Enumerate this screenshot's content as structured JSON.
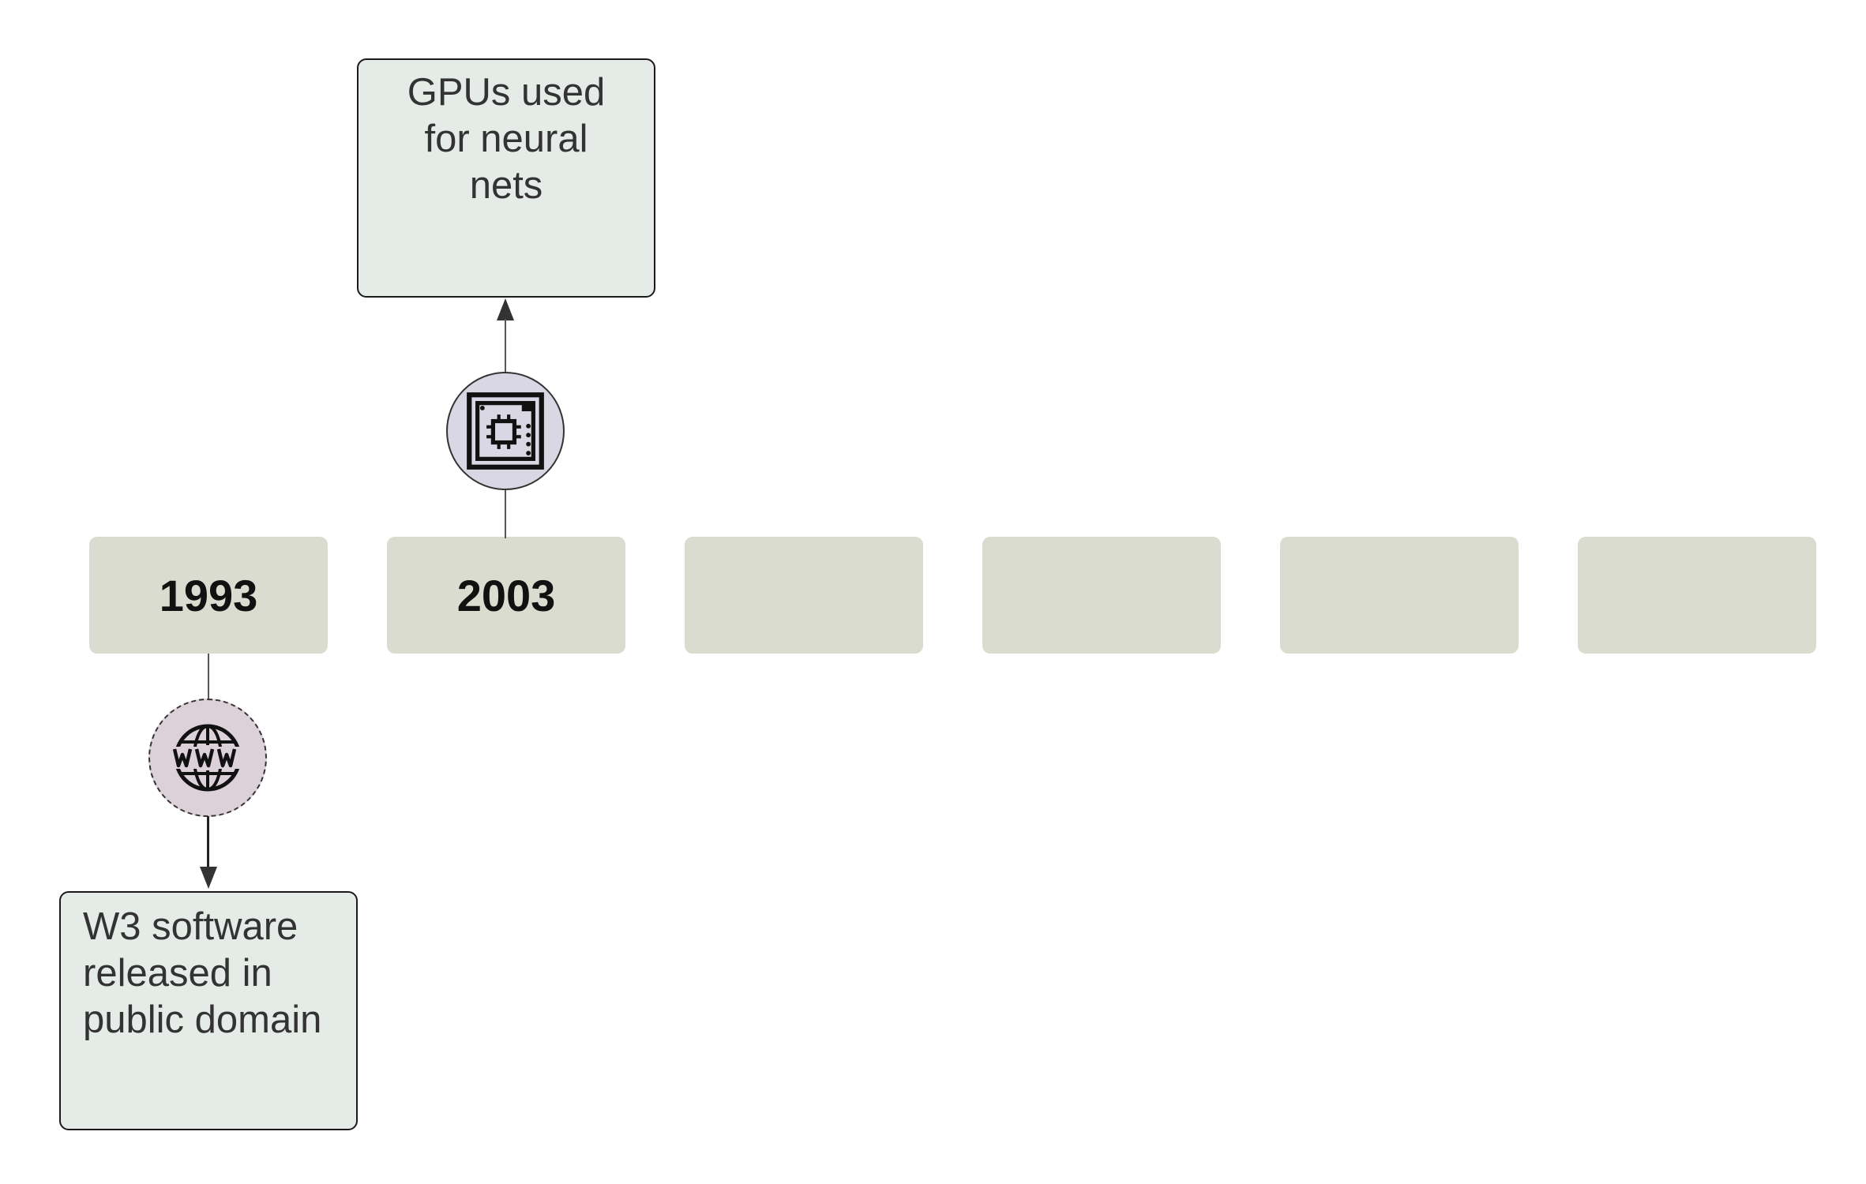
{
  "timeline": {
    "years": [
      "1993",
      "2003",
      "",
      "",
      "",
      ""
    ],
    "events": [
      {
        "year": "1993",
        "text": "W3 software released in public domain",
        "lines": [
          "W3 software",
          "released in",
          "public domain"
        ],
        "icon": "www-globe-icon",
        "direction": "below"
      },
      {
        "year": "2003",
        "text": "GPUs used for neural nets",
        "lines": [
          "GPUs used",
          "for neural",
          "nets"
        ],
        "icon": "circuit-chip-icon",
        "direction": "above"
      }
    ]
  },
  "colors": {
    "year_box": "#dadcd0",
    "event_card": "#e5ebe7",
    "chip_circle": "#d9d7e3",
    "globe_circle": "#ddd1d9"
  }
}
